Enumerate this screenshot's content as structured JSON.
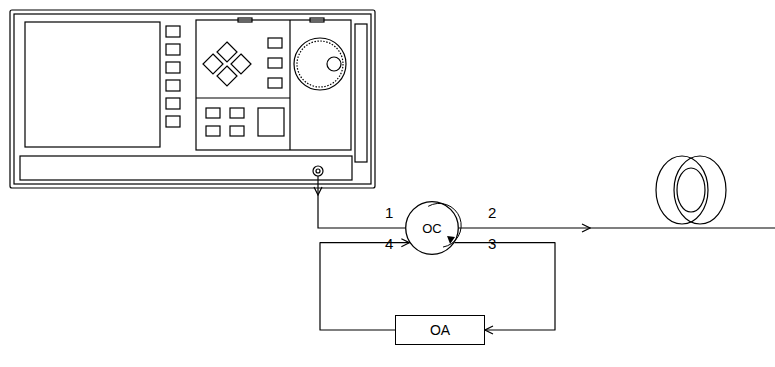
{
  "diagram": {
    "nodes": [
      {
        "text": [
          "OC"
        ]
      },
      {
        "text": [
          "OA"
        ]
      }
    ],
    "edges": [
      {
        "from": 0,
        "to": 1,
        "arrow": "to"
      },
      {
        "from": 1,
        "to": 0,
        "arrow": "to"
      }
    ],
    "labels": [
      "1",
      "2",
      "3",
      "4"
    ]
  }
}
